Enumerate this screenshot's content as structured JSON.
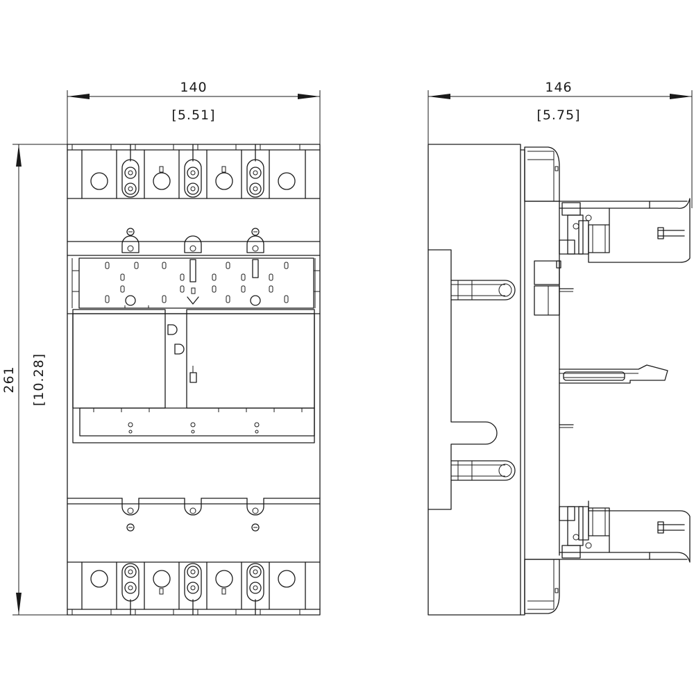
{
  "front_view": {
    "width_mm": "140",
    "width_in": "[5.51]",
    "height_mm": "261",
    "height_in": "[10.28]"
  },
  "side_view": {
    "depth_mm": "146",
    "depth_in": "[5.75]"
  }
}
